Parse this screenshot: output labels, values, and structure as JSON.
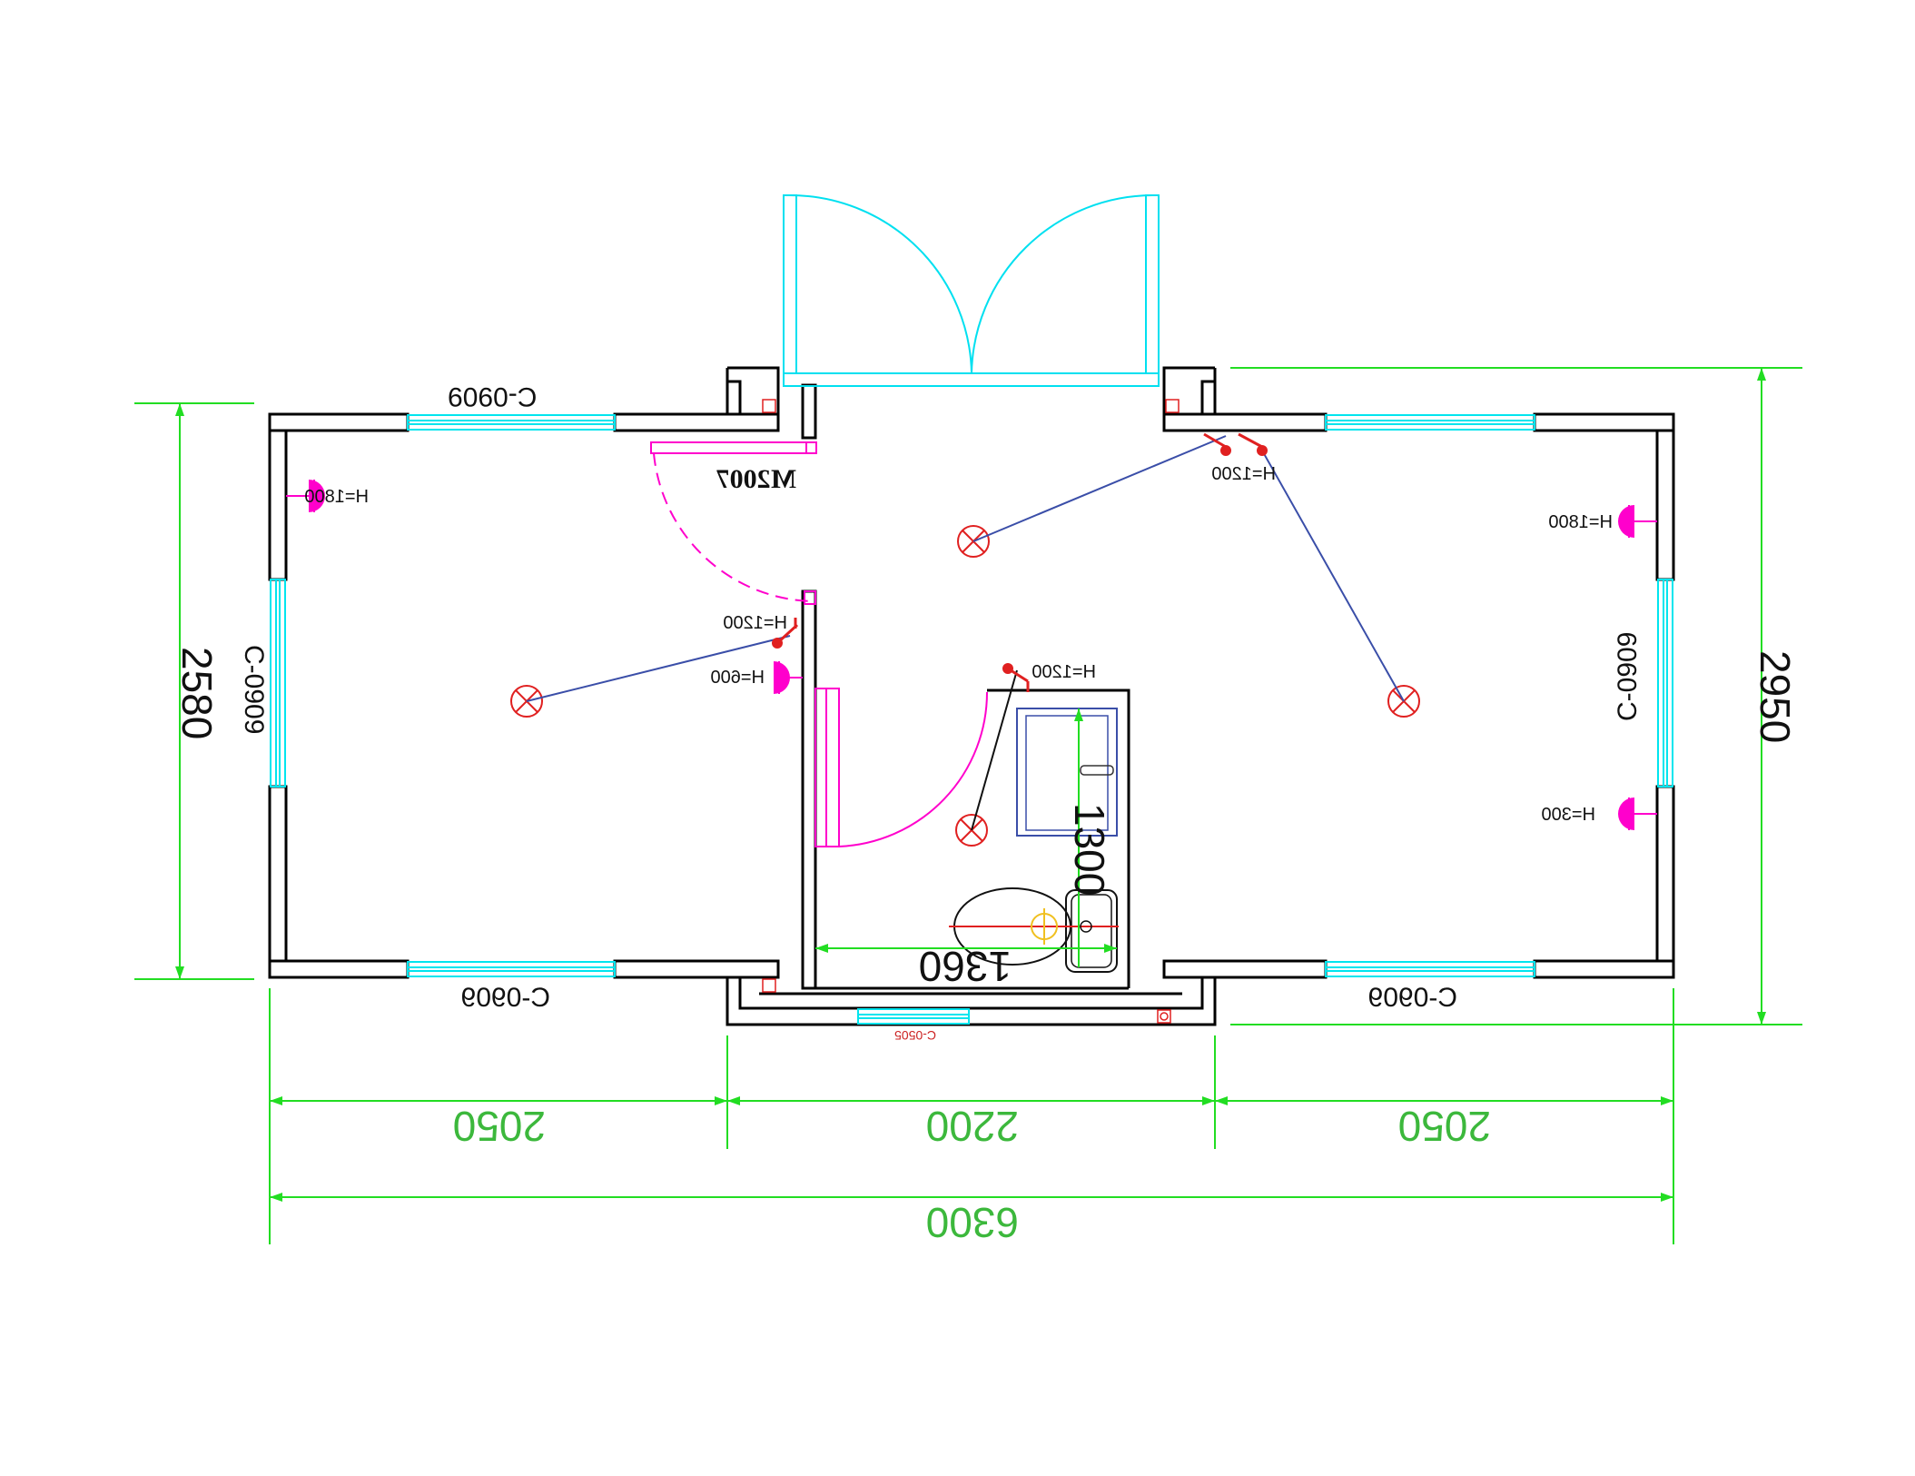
{
  "labels": {
    "window_top_left": "C-0909",
    "window_bottom_left": "C-0909",
    "window_bottom_right": "C-0909",
    "window_left": "C-0909",
    "window_right": "C-0909",
    "window_bath": "C-0505",
    "door_main": "M2007"
  },
  "heights": {
    "socket_left_upper": "H=1800",
    "socket_right_upper": "H=1800",
    "socket_right_lower": "H=300",
    "socket_partition": "H=600",
    "switch_partition": "H=1200",
    "switch_top_right": "H=1200",
    "switch_bath": "H=1200"
  },
  "dimensions": {
    "bottom_left": "2050",
    "bottom_mid": "2200",
    "bottom_right": "2050",
    "total_width": "6300",
    "left_height": "2580",
    "right_height": "2950",
    "bath_height": "1300",
    "bath_width": "1360"
  },
  "colors": {
    "wall": "#000000",
    "window": "#00e5ee",
    "dimension": "#22dd22",
    "dimension_text": "#3cb83c",
    "fixture": "#ff00cc",
    "lamp": "#e02020",
    "wire": "#3a4ea8"
  }
}
